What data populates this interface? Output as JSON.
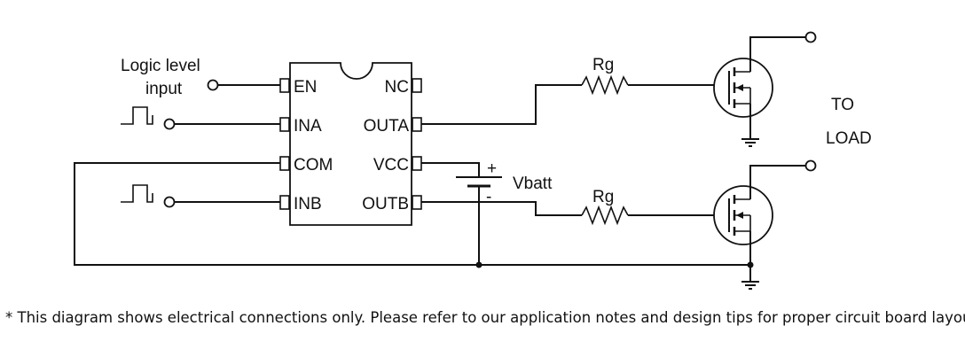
{
  "diagram": {
    "input_label_line1": "Logic level",
    "input_label_line2": "input",
    "chip_pins": {
      "en": "EN",
      "ina": "INA",
      "com": "COM",
      "inb": "INB",
      "nc": "NC",
      "outa": "OUTA",
      "vcc": "VCC",
      "outb": "OUTB"
    },
    "battery_label": "Vbatt",
    "battery_plus": "+",
    "battery_minus": "-",
    "resistor_top_label": "Rg",
    "resistor_bottom_label": "Rg",
    "load_label_line1": "TO",
    "load_label_line2": "LOAD"
  },
  "footnote": "* This diagram shows electrical connections only. Please refer to our application notes and design tips for proper circuit board layout."
}
